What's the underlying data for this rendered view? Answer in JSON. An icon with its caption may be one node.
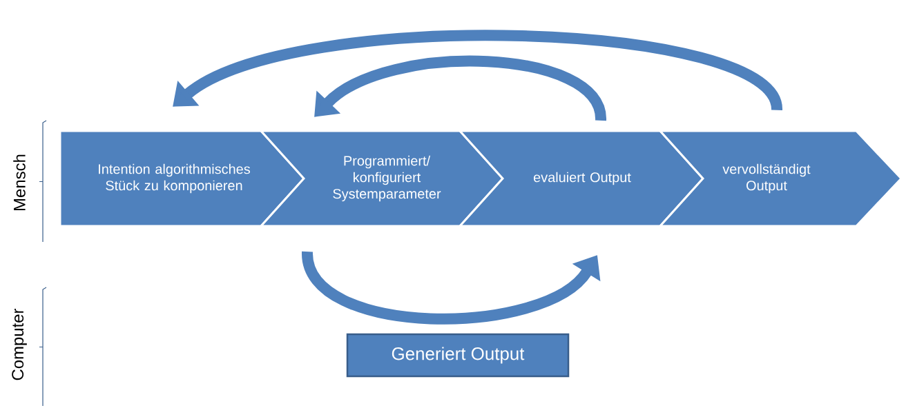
{
  "diagram": {
    "nodes": [
      {
        "text": [
          "Intention algorithmisches Stück zu komponieren"
        ]
      },
      {
        "text": [
          "Programmiert/ konfiguriert Systemparameter"
        ]
      },
      {
        "text": [
          "evaluiert Output"
        ]
      },
      {
        "text": [
          "vervollständigt Output"
        ]
      },
      {
        "text": [
          "Generiert Output"
        ]
      }
    ],
    "edges": [
      {
        "from": 3,
        "to": 0,
        "arrow": "to"
      },
      {
        "from": 2,
        "to": 1,
        "arrow": "to"
      },
      {
        "from": 1,
        "to": 2,
        "arrow": "to"
      }
    ],
    "labels": [
      "Mensch",
      "Computer"
    ]
  }
}
